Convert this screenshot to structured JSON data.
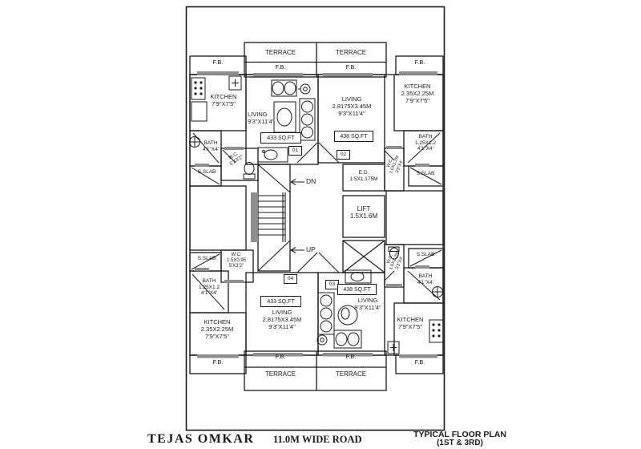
{
  "footer": {
    "project_name": "TEJAS OMKAR",
    "road_label": "11.0M WIDE ROAD",
    "plan_title": "TYPICAL FLOOR PLAN",
    "plan_subtitle": "(1ST & 3RD)"
  },
  "common_labels": {
    "terrace": "TERRACE",
    "fb": "F.B.",
    "sslab": "S.SLAB"
  },
  "stair": {
    "down_label": "DN",
    "up_label": "UP"
  },
  "core": {
    "electrical_duct": "E.D.\n1.5X1.175M",
    "lift": "LIFT\n1.5X1.6M"
  },
  "flats": {
    "flat_01": {
      "number": "01",
      "area": "433 SQ.FT",
      "living": "LIVING\n9'3\"X11'4\"",
      "kitchen": "KITCHEN\n7'9\"X7'5\"",
      "bath": "BATH\n4'1\"X4'",
      "wc": "W.C.\n5'X3'2\""
    },
    "flat_02": {
      "number": "02",
      "area": "438 SQ.FT",
      "living": "LIVING\n2.8175X3.45M\n9'3\"X11'4\"",
      "kitchen": "KITCHEN\n2.35X2.25M\n7'9\"X7'5\"",
      "bath": "BATH\n1.25X1.2\n4'1\"X4'",
      "wc": "W.C.\n1.0X1.2M\n3'3\"X4'"
    },
    "flat_03": {
      "number": "03",
      "area": "438 SQ.FT",
      "living": "LIVING\n9'3\"X11'4\"",
      "kitchen": "KITCHEN\n7'9\"X7'5\"",
      "bath": "BATH\n4'1\"X4'",
      "wc": "W.C.\n1.0X1.2M\n3'3\"X4'"
    },
    "flat_04": {
      "number": "04",
      "area": "433 SQ.FT",
      "living": "LIVING\n2.8175X3.45M\n9'3\"X11'4\"",
      "kitchen": "KITCHEN\n2.35X2.25M\n7'9\"X7'5\"",
      "bath": "BATH\n1.25X1.2\n4'1\"X4'",
      "wc": "W.C.\n1.5X0.95\n5'X3'2\""
    }
  },
  "colors": {
    "line": "#1a1a1a",
    "sill_gray": "#8e8e8e",
    "background": "#ffffff"
  }
}
